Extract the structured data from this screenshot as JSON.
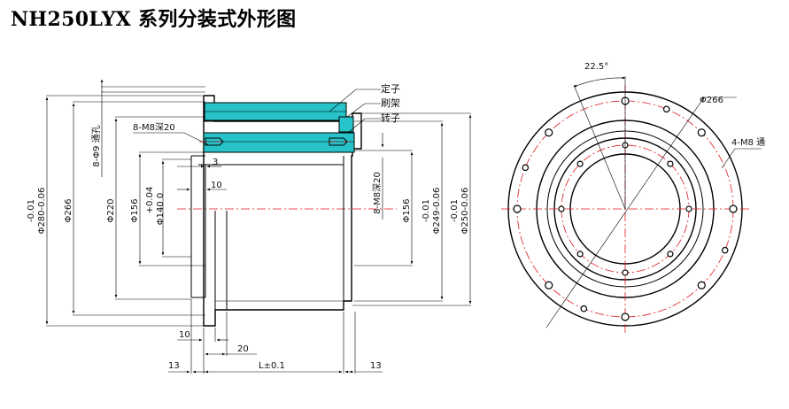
{
  "title": "NH250LYX 系列分装式外形图",
  "side_view": {
    "dims": {
      "d280": "Φ280-0.06",
      "d280_tol": "-0.01",
      "d266": "Φ266",
      "holes_8_9": "8-Φ9 通孔",
      "d220": "Φ220",
      "d156_left": "Φ156",
      "d140": "Φ140 0",
      "d140_tol": "+0.04",
      "m8_top": "8-M8深20",
      "three": "3",
      "ten_top": "10",
      "m8_right": "8-M8深20",
      "d156_right": "Φ156",
      "d249": "Φ249-0.06",
      "d249_tol": "-0.01",
      "d250": "Φ250-0.06",
      "d250_tol": "-0.01",
      "ten_bottom": "10",
      "twenty": "20",
      "thirteen_left": "13",
      "length": "L±0.1",
      "thirteen_right": "13"
    },
    "callouts": {
      "stator": "定子",
      "brush_holder": "刷架",
      "rotor": "转子"
    }
  },
  "front_view": {
    "angle": "22.5°",
    "d266": "Φ266",
    "m8_through": "4-M8 通"
  },
  "colors": {
    "centerline": "#e0191d",
    "highlight": "#27c3c8",
    "line": "#000000"
  }
}
